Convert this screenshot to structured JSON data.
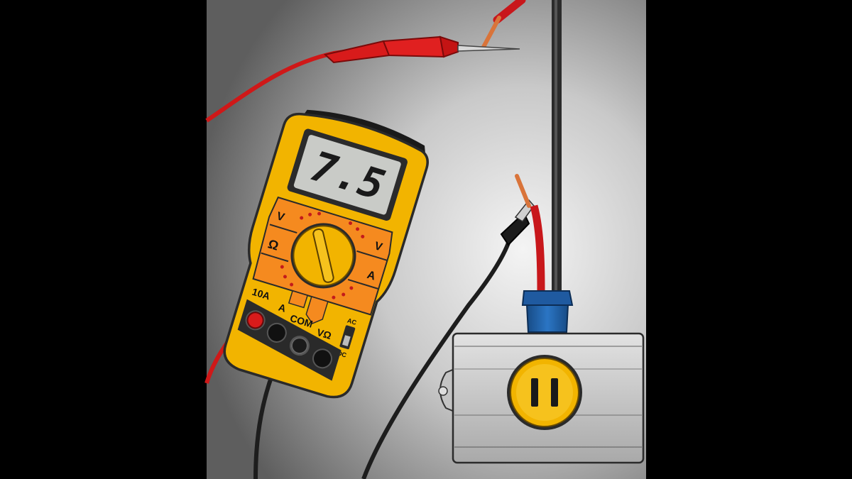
{
  "illustration": {
    "display_reading": "7.5",
    "dial_labels": {
      "voltage_ac": "V",
      "voltage_dc": "V",
      "ohm": "Ω",
      "amps": "A"
    },
    "port_labels": {
      "ten_amp": "10A",
      "amp": "A",
      "common": "COM",
      "volt_ohm": "VΩ"
    },
    "switch_labels": {
      "ac": "AC",
      "dc": "DC"
    },
    "colors": {
      "background_light": "#f2f2f2",
      "background_dark": "#5a5a5a",
      "meter_body": "#f2b400",
      "meter_orange": "#f58a1f",
      "display": "#c9cbc7",
      "probe_red": "#d81b1b",
      "probe_black": "#1b1b1b",
      "outlet_box": "#cfcfcf",
      "outlet_face": "#f2b400",
      "wire_cap": "#1e5fa3"
    }
  }
}
